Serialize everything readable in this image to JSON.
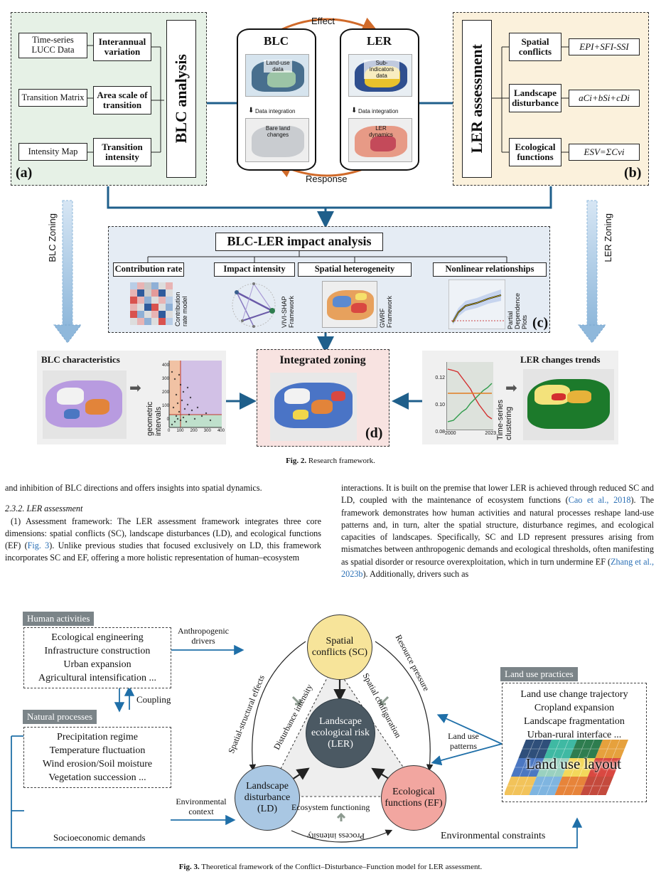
{
  "fig2": {
    "panel_a": {
      "letter": "(a)",
      "title": "BLC analysis",
      "inputs": [
        "Time-series LUCC Data",
        "Transition Matrix",
        "Intensity Map"
      ],
      "outputs": [
        "Interannual variation",
        "Area scale of transition",
        "Transition intensity"
      ]
    },
    "center": {
      "effect": "Effect",
      "response": "Response",
      "blc_title": "BLC",
      "ler_title": "LER",
      "blc_top_label": "Land-use data",
      "blc_bottom_label": "Bare land changes",
      "ler_top_label": "Sub-indicators data",
      "ler_bottom_label": "LER dynamics",
      "data_integration": "Data integration"
    },
    "panel_b": {
      "letter": "(b)",
      "title": "LER assessment",
      "dims": [
        "Spatial conflicts",
        "Landscape disturbance",
        "Ecological functions"
      ],
      "formulas": [
        "EPI+SFI-SSI",
        "aCi+bSi+cDi",
        "ESV=ΣCvi"
      ]
    },
    "blc_zoning": "BLC Zoning",
    "ler_zoning": "LER Zoning",
    "panel_c": {
      "letter": "(c)",
      "title": "BLC-LER impact analysis",
      "methods": [
        "Contribution rate",
        "Impact intensity",
        "Spatial heterogeneity",
        "Nonlinear relationships"
      ],
      "models": [
        "Contribution rate model",
        "VIVI-SHAP Framework",
        "GWRF Framework",
        "Partial Dependence Plots"
      ]
    },
    "panel_d": {
      "letter": "(d)",
      "title": "Integrated zoning",
      "blc_char": "BLC characteristics",
      "geometric": "geometric intervals",
      "ler_trends": "LER changes trends",
      "clustering": "Time-series clustering",
      "scatter_x_ticks": [
        "0",
        "100",
        "200",
        "300",
        "400"
      ],
      "scatter_y_ticks": [
        "400",
        "300",
        "200",
        "100",
        "0"
      ],
      "line_y_ticks": [
        "0.12",
        "0.10",
        "0.08"
      ],
      "line_x_ticks": [
        "2000",
        "2023"
      ]
    },
    "caption_label": "Fig. 2.",
    "caption_text": "Research framework."
  },
  "text": {
    "left_p1": "and inhibition of BLC directions and offers insights into spatial dynamics.",
    "heading": "2.3.2. LER assessment",
    "left_p2_a": "(1) Assessment framework: The LER assessment framework integrates three core dimensions: spatial conflicts (SC), landscape disturbances (LD), and ecological functions (EF) (",
    "left_p2_link": "Fig. 3",
    "left_p2_b": "). Unlike previous studies that focused exclusively on LD, this framework incorporates SC and EF, offering a more holistic representation of human–ecosystem",
    "right_a": "interactions. It is built on the premise that lower LER is achieved through reduced SC and LD, coupled with the maintenance of ecosystem functions (",
    "right_link1": "Cao et al., 2018",
    "right_b": "). The framework demonstrates how human activities and natural processes reshape land-use patterns and, in turn, alter the spatial structure, disturbance regimes, and ecological capacities of landscapes. Specifically, SC and LD represent pressures arising from mismatches between anthropogenic demands and ecological thresholds, often manifesting as spatial disorder or resource overexploitation, which in turn undermine EF (",
    "right_link2": "Zhang et al., 2023b",
    "right_c": "). Additionally, drivers such as"
  },
  "fig3": {
    "human_tag": "Human activities",
    "human_items": [
      "Ecological engineering",
      "Infrastructure construction",
      "Urban expansion",
      "Agricultural intensification ..."
    ],
    "coupling": "Coupling",
    "natural_tag": "Natural processes",
    "natural_items": [
      "Precipitation regime",
      "Temperature fluctuation",
      "Wind erosion/Soil moisture",
      "Vegetation succession ..."
    ],
    "anthropogenic": "Anthropogenic drivers",
    "environmental_context": "Environmental context",
    "socioeconomic": "Socioeconomic demands",
    "environmental_constraints": "Environmental constraints",
    "sc": "Spatial conflicts (SC)",
    "ld": "Landscape disturbance (LD)",
    "ef": "Ecological functions (EF)",
    "ler": "Landscape ecological risk (LER)",
    "spatial_structural": "Spatial-structural effects",
    "disturbance_intensity": "Disturbance intensity",
    "spatial_configuration": "Spatial configuration",
    "resource_pressure": "Resource pressure",
    "ecosystem_functioning": "Ecosystem functioning",
    "process_intensity": "Process intensity",
    "land_use_patterns": "Land use patterns",
    "land_use_tag": "Land use practices",
    "land_use_items": [
      "Land use change trajectory",
      "Cropland expansion",
      "Landscape fragmentation",
      "Urban-rural interface ..."
    ],
    "land_use_layout": "Land use layout",
    "caption_label": "Fig. 3.",
    "caption_text": "Theoretical framework of the Conflict–Disturbance–Function model for LER assessment."
  }
}
